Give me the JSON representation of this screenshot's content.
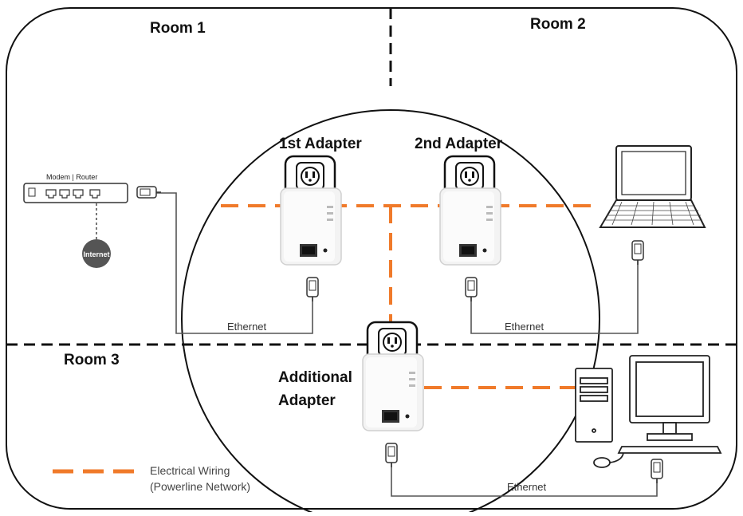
{
  "rooms": {
    "room1": "Room 1",
    "room2": "Room 2",
    "room3": "Room 3"
  },
  "adapters": {
    "first": "1st Adapter",
    "second": "2nd Adapter",
    "additional_line1": "Additional",
    "additional_line2": "Adapter"
  },
  "devices": {
    "modem_router": "Modem | Router",
    "internet": "Internet"
  },
  "cables": {
    "ethernet": "Ethernet"
  },
  "legend": {
    "line1": "Electrical Wiring",
    "line2": "(Powerline Network)"
  },
  "colors": {
    "powerline": "#f07a2a",
    "outline": "#111111",
    "wire": "#555555"
  }
}
